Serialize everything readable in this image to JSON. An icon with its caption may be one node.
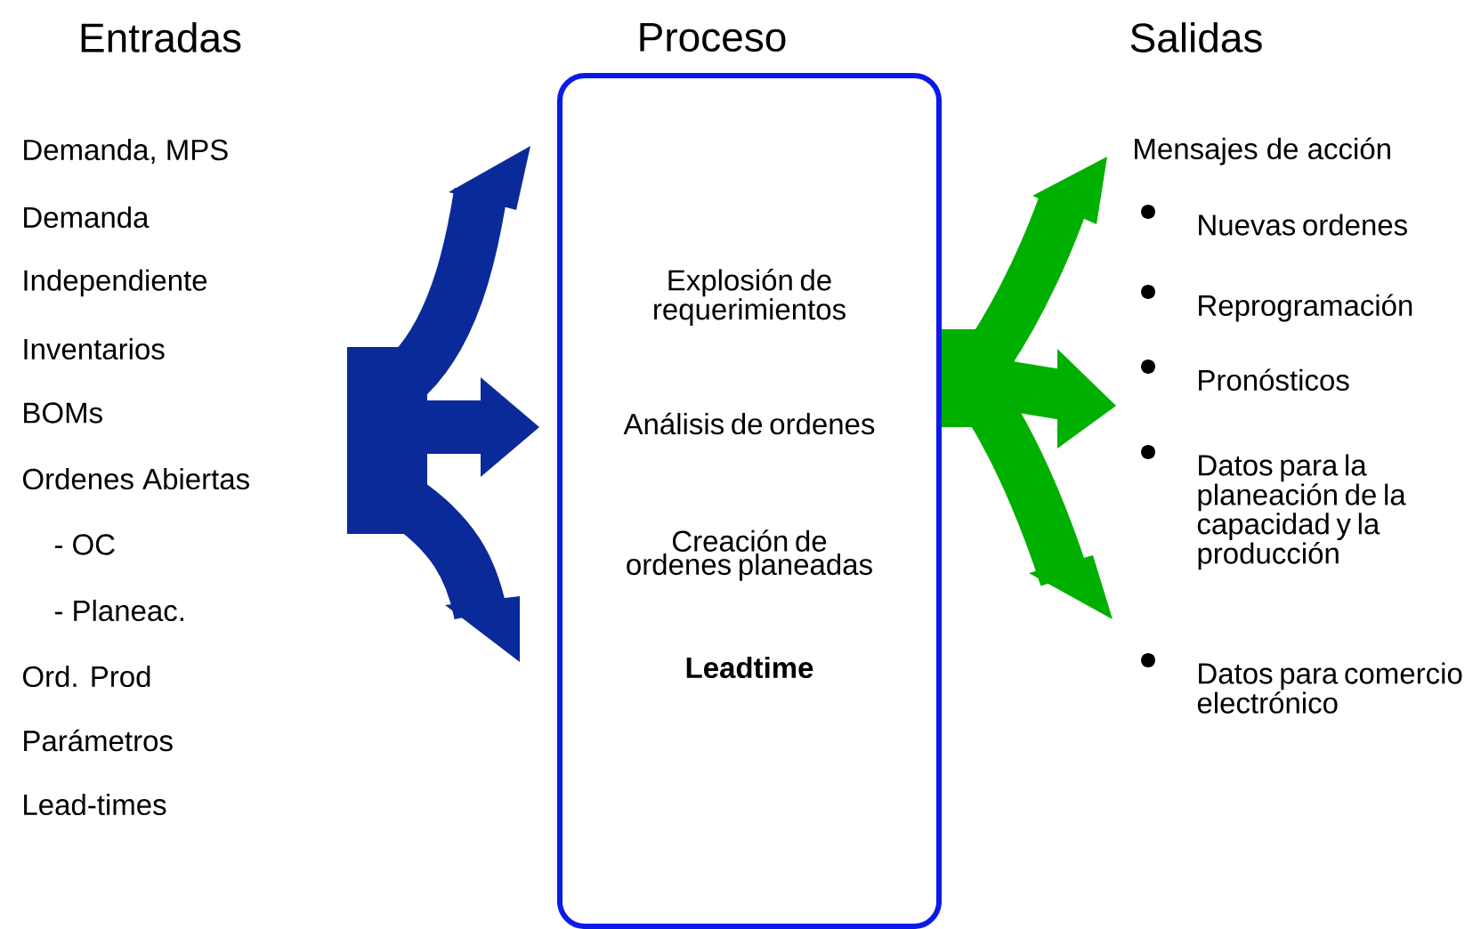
{
  "diagram": {
    "nodes": [
      {
        "text": [
          "Proceso",
          "Explosión de requerimientos",
          "Análisis de ordenes",
          "Creación de ordenes planeadas",
          "Leadtime"
        ]
      }
    ],
    "labels": [
      "Entradas",
      "Demanda,  MPS",
      "Demanda",
      "Independiente",
      "Inventarios",
      "BOMs",
      "Ordenes Abiertas",
      "- OC",
      "- Planeac.",
      "Ord. Prod",
      "Parámetros",
      "Lead-times",
      "Salidas",
      "Mensajes de acción",
      "Nuevas ordenes",
      "Reprogramación",
      "Pronósticos",
      "Datos para la planeación de la capacidad y la producción",
      "Datos para comercio electrónico"
    ]
  }
}
